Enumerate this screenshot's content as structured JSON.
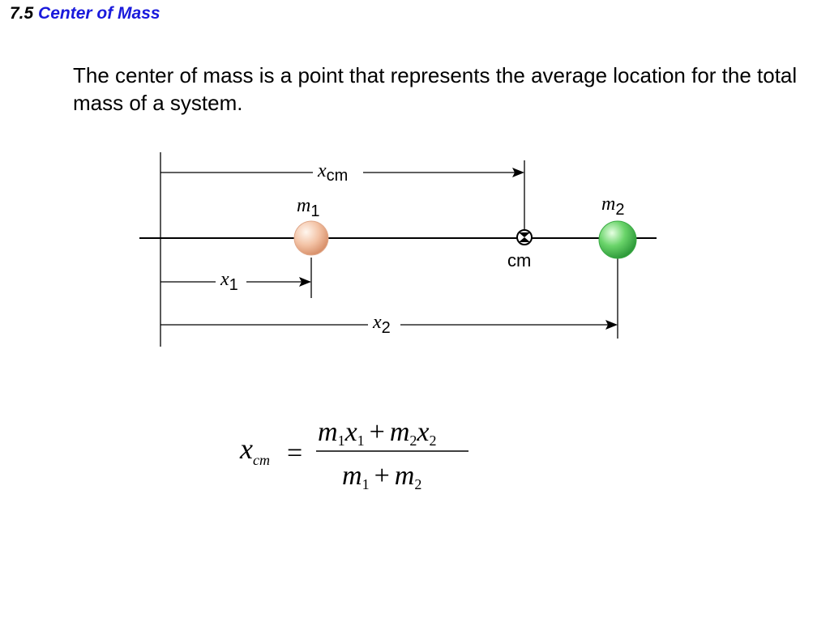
{
  "header": {
    "section_number": "7.5",
    "section_title": "Center of Mass"
  },
  "intro_text": "The center of mass is a point that represents the average location for the total mass of a system.",
  "diagram": {
    "mass1": {
      "symbol": "m",
      "subscript": "1",
      "color": "#f0b496"
    },
    "mass2": {
      "symbol": "m",
      "subscript": "2",
      "color": "#5cc85c"
    },
    "cm_label": "cm",
    "x_cm": {
      "symbol": "x",
      "subscript": "cm"
    },
    "x1": {
      "symbol": "x",
      "subscript": "1"
    },
    "x2": {
      "symbol": "x",
      "subscript": "2"
    }
  },
  "formula": {
    "lhs_var": "x",
    "lhs_sub": "cm",
    "equals": "=",
    "m": "m",
    "x": "x",
    "plus": "+",
    "sub1": "1",
    "sub2": "2"
  }
}
